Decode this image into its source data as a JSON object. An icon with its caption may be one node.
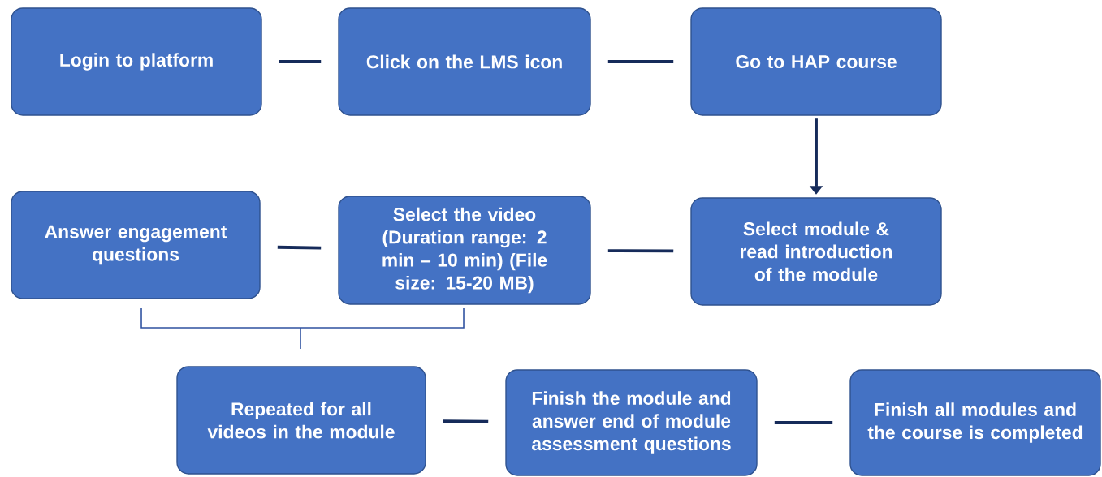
{
  "diagram": {
    "nodes": [
      {
        "text": [
          "Login to platform"
        ]
      },
      {
        "text": [
          "Click on the LMS icon"
        ]
      },
      {
        "text": [
          "Go to HAP course"
        ]
      },
      {
        "text": [
          "Answer engagement questions"
        ]
      },
      {
        "text": [
          "Select the video (Duration range: 2 min – 10 min) (File size: 15-20 MB)"
        ]
      },
      {
        "text": [
          "Select module & read introduction of the module"
        ]
      },
      {
        "text": [
          "Repeated for all videos in the module"
        ]
      },
      {
        "text": [
          "Finish the module and answer end of module assessment questions"
        ]
      },
      {
        "text": [
          "Finish all modules and the course is completed"
        ]
      }
    ],
    "edges": [
      {
        "from": 0,
        "to": 1,
        "arrow": "none"
      },
      {
        "from": 1,
        "to": 2,
        "arrow": "none"
      },
      {
        "from": 2,
        "to": 5,
        "arrow": "to"
      },
      {
        "from": 5,
        "to": 4,
        "arrow": "none"
      },
      {
        "from": 4,
        "to": 3,
        "arrow": "none"
      },
      {
        "from": 6,
        "to": 7,
        "arrow": "none"
      },
      {
        "from": 7,
        "to": 8,
        "arrow": "none"
      }
    ]
  }
}
